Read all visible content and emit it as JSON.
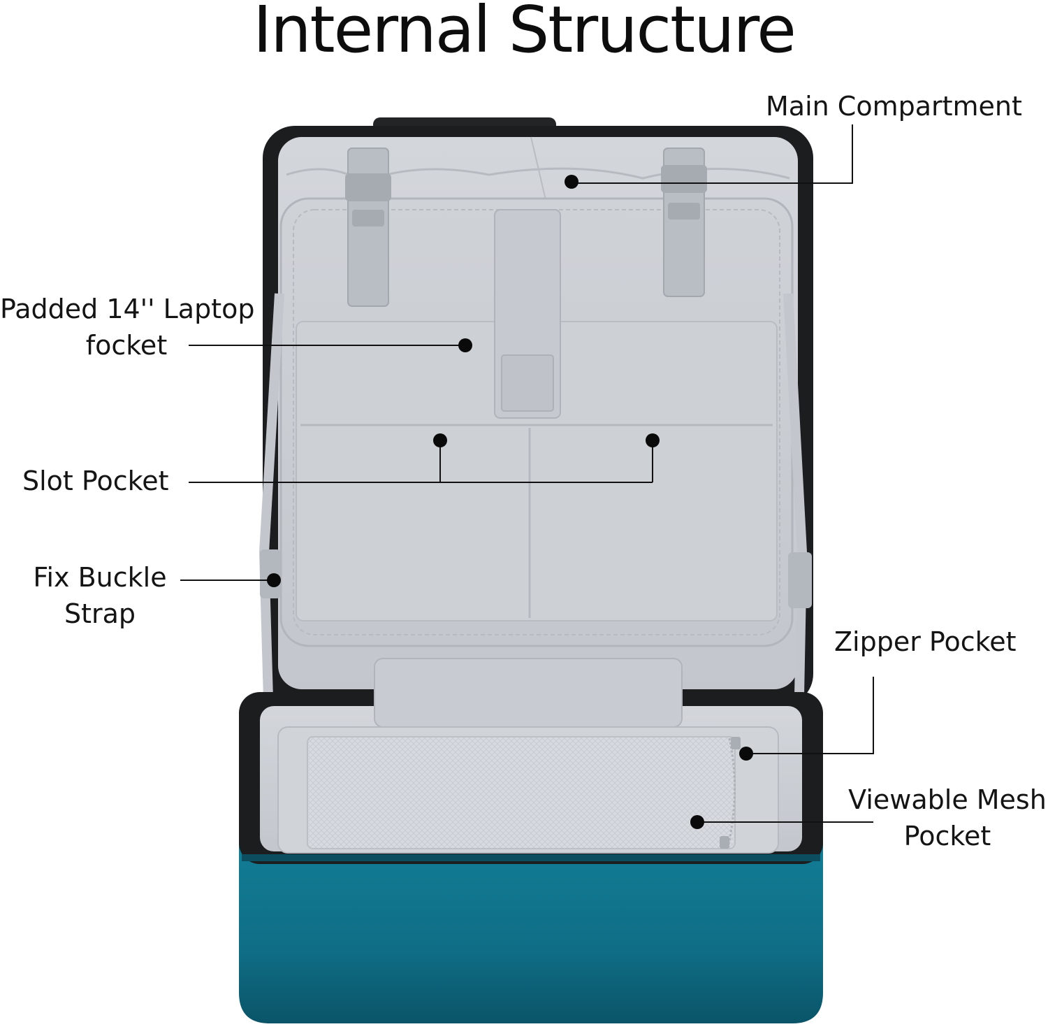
{
  "title": "Internal Structure",
  "labels": {
    "main_compartment": "Main Compartment",
    "laptop_line1": "Padded 14'' Laptop",
    "laptop_line2": "focket",
    "slot_pocket": "Slot Pocket",
    "fix_line1": "Fix Buckle",
    "fix_line2": "Strap",
    "zipper_pocket": "Zipper Pocket",
    "mesh_line1": "Viewable Mesh",
    "mesh_line2": "Pocket"
  },
  "colors": {
    "shell_teal": "#0f6e86",
    "shell_black": "#1b1d1f",
    "lining_gray": "#c9ccd1",
    "lining_light": "#d8dbe0",
    "strap_gray": "#b9bdc4",
    "callout": "#111111"
  }
}
